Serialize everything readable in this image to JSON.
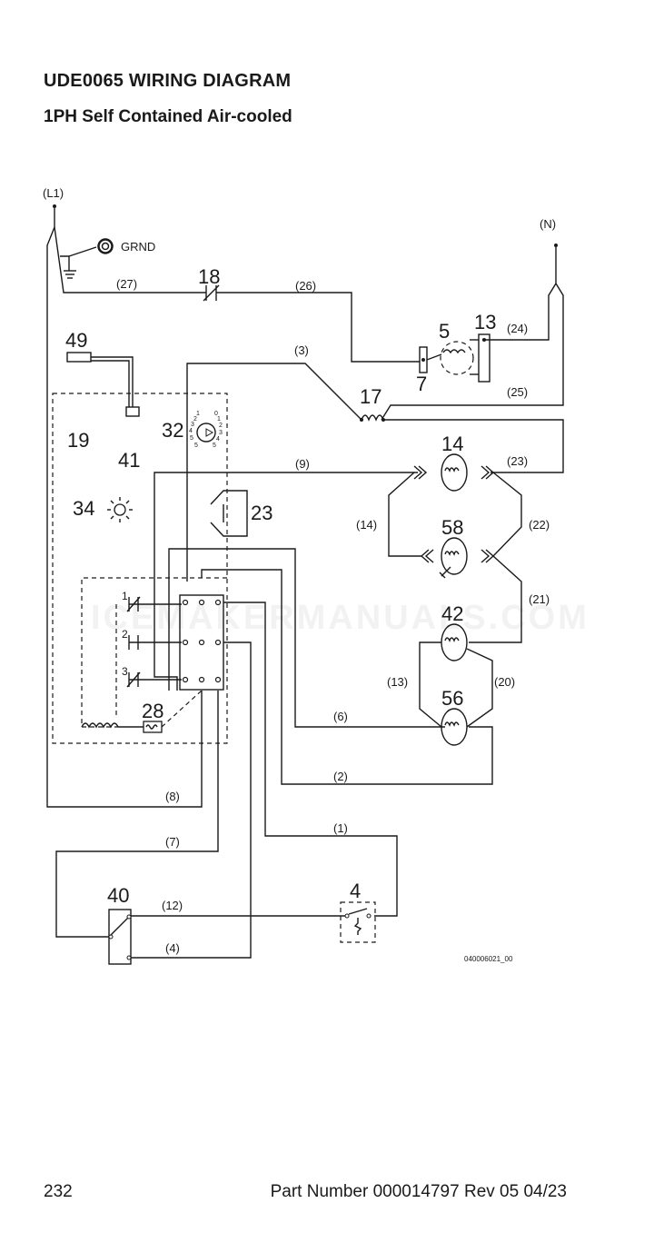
{
  "header": {
    "title": "UDE0065 WIRING DIAGRAM",
    "subtitle": "1PH Self Contained Air-cooled"
  },
  "footer": {
    "page_number": "232",
    "part_number": "Part Number 000014797 Rev 05 04/23"
  },
  "diagram": {
    "terminals": {
      "l1": "(L1)",
      "n": "(N)",
      "ground": "GRND"
    },
    "components": {
      "c4": "4",
      "c5": "5",
      "c7": "7",
      "c13": "13",
      "c14": "14",
      "c17": "17",
      "c18": "18",
      "c19": "19",
      "c23": "23",
      "c28": "28",
      "c32": "32",
      "c34": "34",
      "c40": "40",
      "c41": "41",
      "c42": "42",
      "c49": "49",
      "c56": "56",
      "c58": "58"
    },
    "wires": {
      "w1": "(1)",
      "w2": "(2)",
      "w3": "(3)",
      "w4": "(4)",
      "w6": "(6)",
      "w7": "(7)",
      "w8": "(8)",
      "w9": "(9)",
      "w12": "(12)",
      "w13": "(13)",
      "w14": "(14)",
      "w20": "(20)",
      "w21": "(21)",
      "w22": "(22)",
      "w23": "(23)",
      "w24": "(24)",
      "w25": "(25)",
      "w26": "(26)",
      "w27": "(27)"
    },
    "relay_contacts": {
      "k1": "1",
      "k2": "2",
      "k3": "3"
    },
    "dial_labels": {
      "left": [
        "1",
        "2",
        "3",
        "4",
        "5"
      ],
      "right": [
        "1",
        "2",
        "3",
        "4",
        "5"
      ],
      "zero": "0"
    },
    "drawing_number": "040006021_00"
  },
  "watermark": "ICEMAKERMANUALS.COM"
}
